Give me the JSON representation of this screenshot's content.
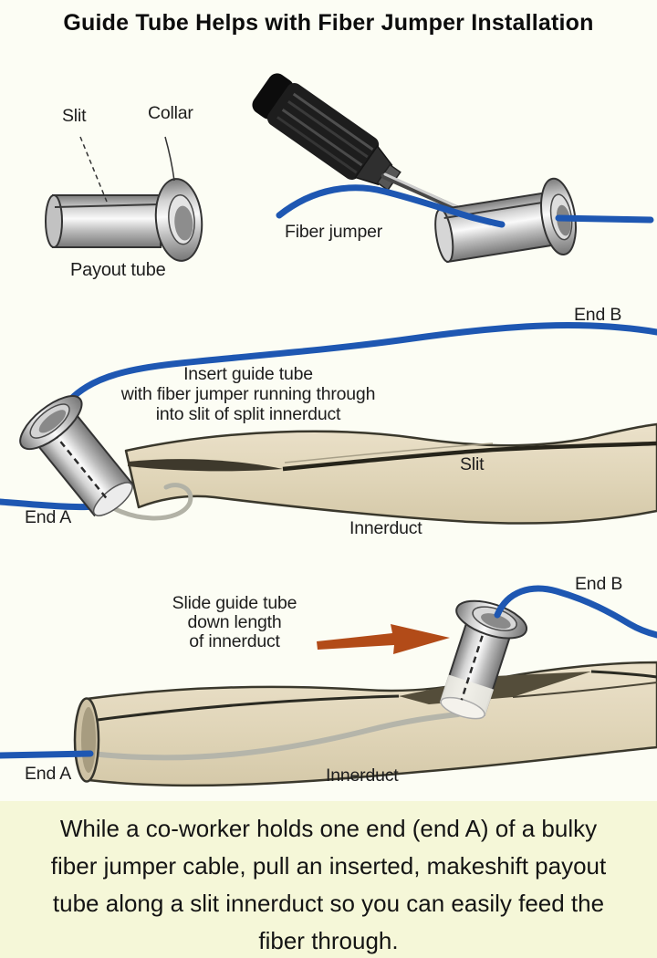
{
  "title": "Guide Tube Helps with Fiber Jumper Installation",
  "payout_tube_figure": {
    "slit_label": "Slit",
    "collar_label": "Collar",
    "caption": "Payout tube"
  },
  "screwdriver_figure": {
    "fiber_jumper_label": "Fiber jumper"
  },
  "insert_figure": {
    "end_b_label": "End B",
    "instruction_lines": [
      "Insert guide tube",
      "with fiber jumper running through",
      "into slit of split innerduct"
    ],
    "slit_label": "Slit",
    "end_a_label": "End A",
    "innerduct_label": "Innerduct"
  },
  "slide_figure": {
    "end_b_label": "End B",
    "instruction_lines": [
      "Slide guide tube",
      "down length",
      "of innerduct"
    ],
    "end_a_label": "End A",
    "innerduct_label": "Innerduct"
  },
  "caption": {
    "lines": [
      "While a co-worker holds one end (end A) of a bulky",
      "fiber jumper cable, pull an inserted, makeshift payout",
      "tube along a slit innerduct so you can easily feed the",
      "fiber through."
    ]
  },
  "colors": {
    "fiber_blue": "#1e57b2",
    "innerduct_tan": "#e2d7ba",
    "arrow_orange": "#b24b18",
    "caption_background": "#f5f7d8"
  }
}
